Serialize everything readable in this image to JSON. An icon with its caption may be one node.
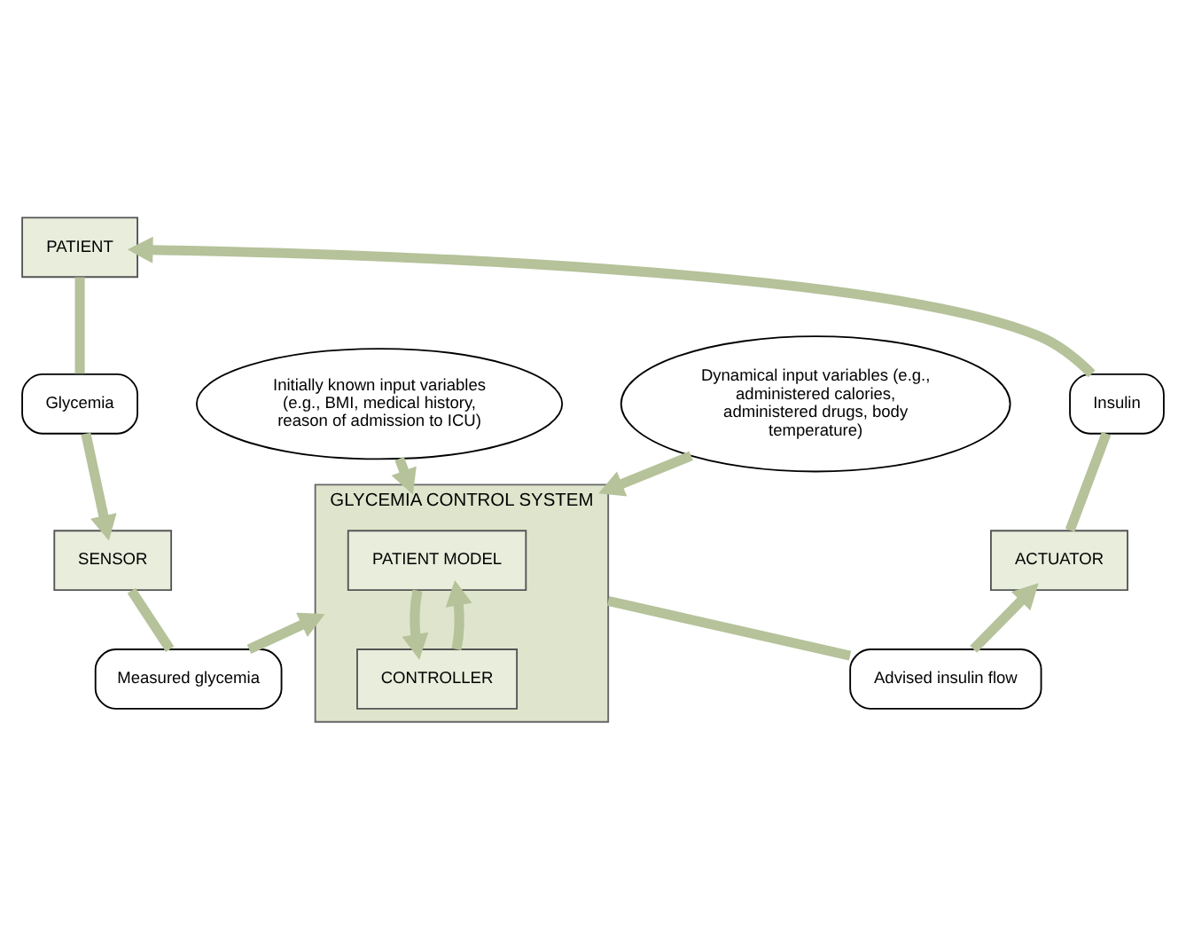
{
  "diagram": {
    "nodes": [
      {
        "text": [
          "PATIENT"
        ]
      },
      {
        "text": [
          "Glycemia"
        ]
      },
      {
        "text": [
          "SENSOR"
        ]
      },
      {
        "text": [
          "Measured glycemia"
        ]
      },
      {
        "text": [
          "GLYCEMIA CONTROL SYSTEM"
        ]
      },
      {
        "text": [
          "PATIENT MODEL"
        ],
        "in": 4
      },
      {
        "text": [
          "CONTROLLER"
        ],
        "in": 4
      },
      {
        "text": [
          "Advised insulin flow"
        ]
      },
      {
        "text": [
          "ACTUATOR"
        ]
      },
      {
        "text": [
          "Insulin"
        ]
      },
      {
        "text": [
          "Initially known input variables (e.g., BMI, medical history, reason of admission to ICU)"
        ]
      },
      {
        "text": [
          "Dynamical input variables (e.g., administered calories, administered drugs, body temperature)"
        ]
      }
    ],
    "edges": [
      {
        "from": 0,
        "to": 1,
        "arrow": "none"
      },
      {
        "from": 1,
        "to": 2,
        "arrow": "to"
      },
      {
        "from": 2,
        "to": 3,
        "arrow": "none"
      },
      {
        "from": 3,
        "to": 4,
        "arrow": "to"
      },
      {
        "from": 5,
        "to": 6,
        "arrow": "to"
      },
      {
        "from": 6,
        "to": 5,
        "arrow": "to"
      },
      {
        "from": 4,
        "to": 7,
        "arrow": "none"
      },
      {
        "from": 7,
        "to": 8,
        "arrow": "to"
      },
      {
        "from": 8,
        "to": 9,
        "arrow": "none"
      },
      {
        "from": 9,
        "to": 0,
        "arrow": "to"
      },
      {
        "from": 10,
        "to": 4,
        "arrow": "to"
      },
      {
        "from": 11,
        "to": 4,
        "arrow": "to"
      }
    ]
  }
}
